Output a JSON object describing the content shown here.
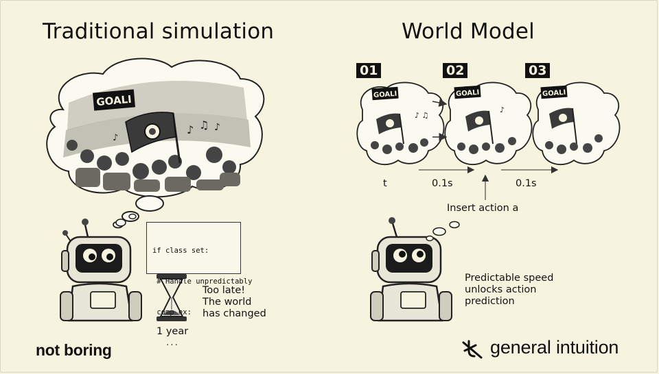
{
  "titles": {
    "left": "Traditional simulation",
    "right": "World Model"
  },
  "left_panel": {
    "scene_sign": "GOALI",
    "code_lines": [
      "if class set:",
      " # Handle unpredictably",
      " comp_ex:",
      "   ..."
    ],
    "duration_label": "1 year",
    "note_lines": [
      "Too late!",
      "The world",
      "has changed"
    ]
  },
  "right_panel": {
    "steps": [
      {
        "badge": "01",
        "sign": "GOALI"
      },
      {
        "badge": "02",
        "sign": "GOALI"
      },
      {
        "badge": "03",
        "sign": "GOALI"
      }
    ],
    "timeline_labels": [
      "t",
      "0.1s",
      "0.1s"
    ],
    "insert_action": "Insert action a",
    "note_lines": [
      "Predictable speed",
      "unlocks action",
      "prediction"
    ]
  },
  "brands": {
    "left": "not boring",
    "right": "general intuition"
  },
  "icons": [
    "thought-cloud-icon",
    "robot-icon",
    "hourglass-icon",
    "flag-icon",
    "music-note-icon",
    "arrow-right-icon",
    "arrow-up-icon",
    "general-intuition-logo-icon"
  ]
}
